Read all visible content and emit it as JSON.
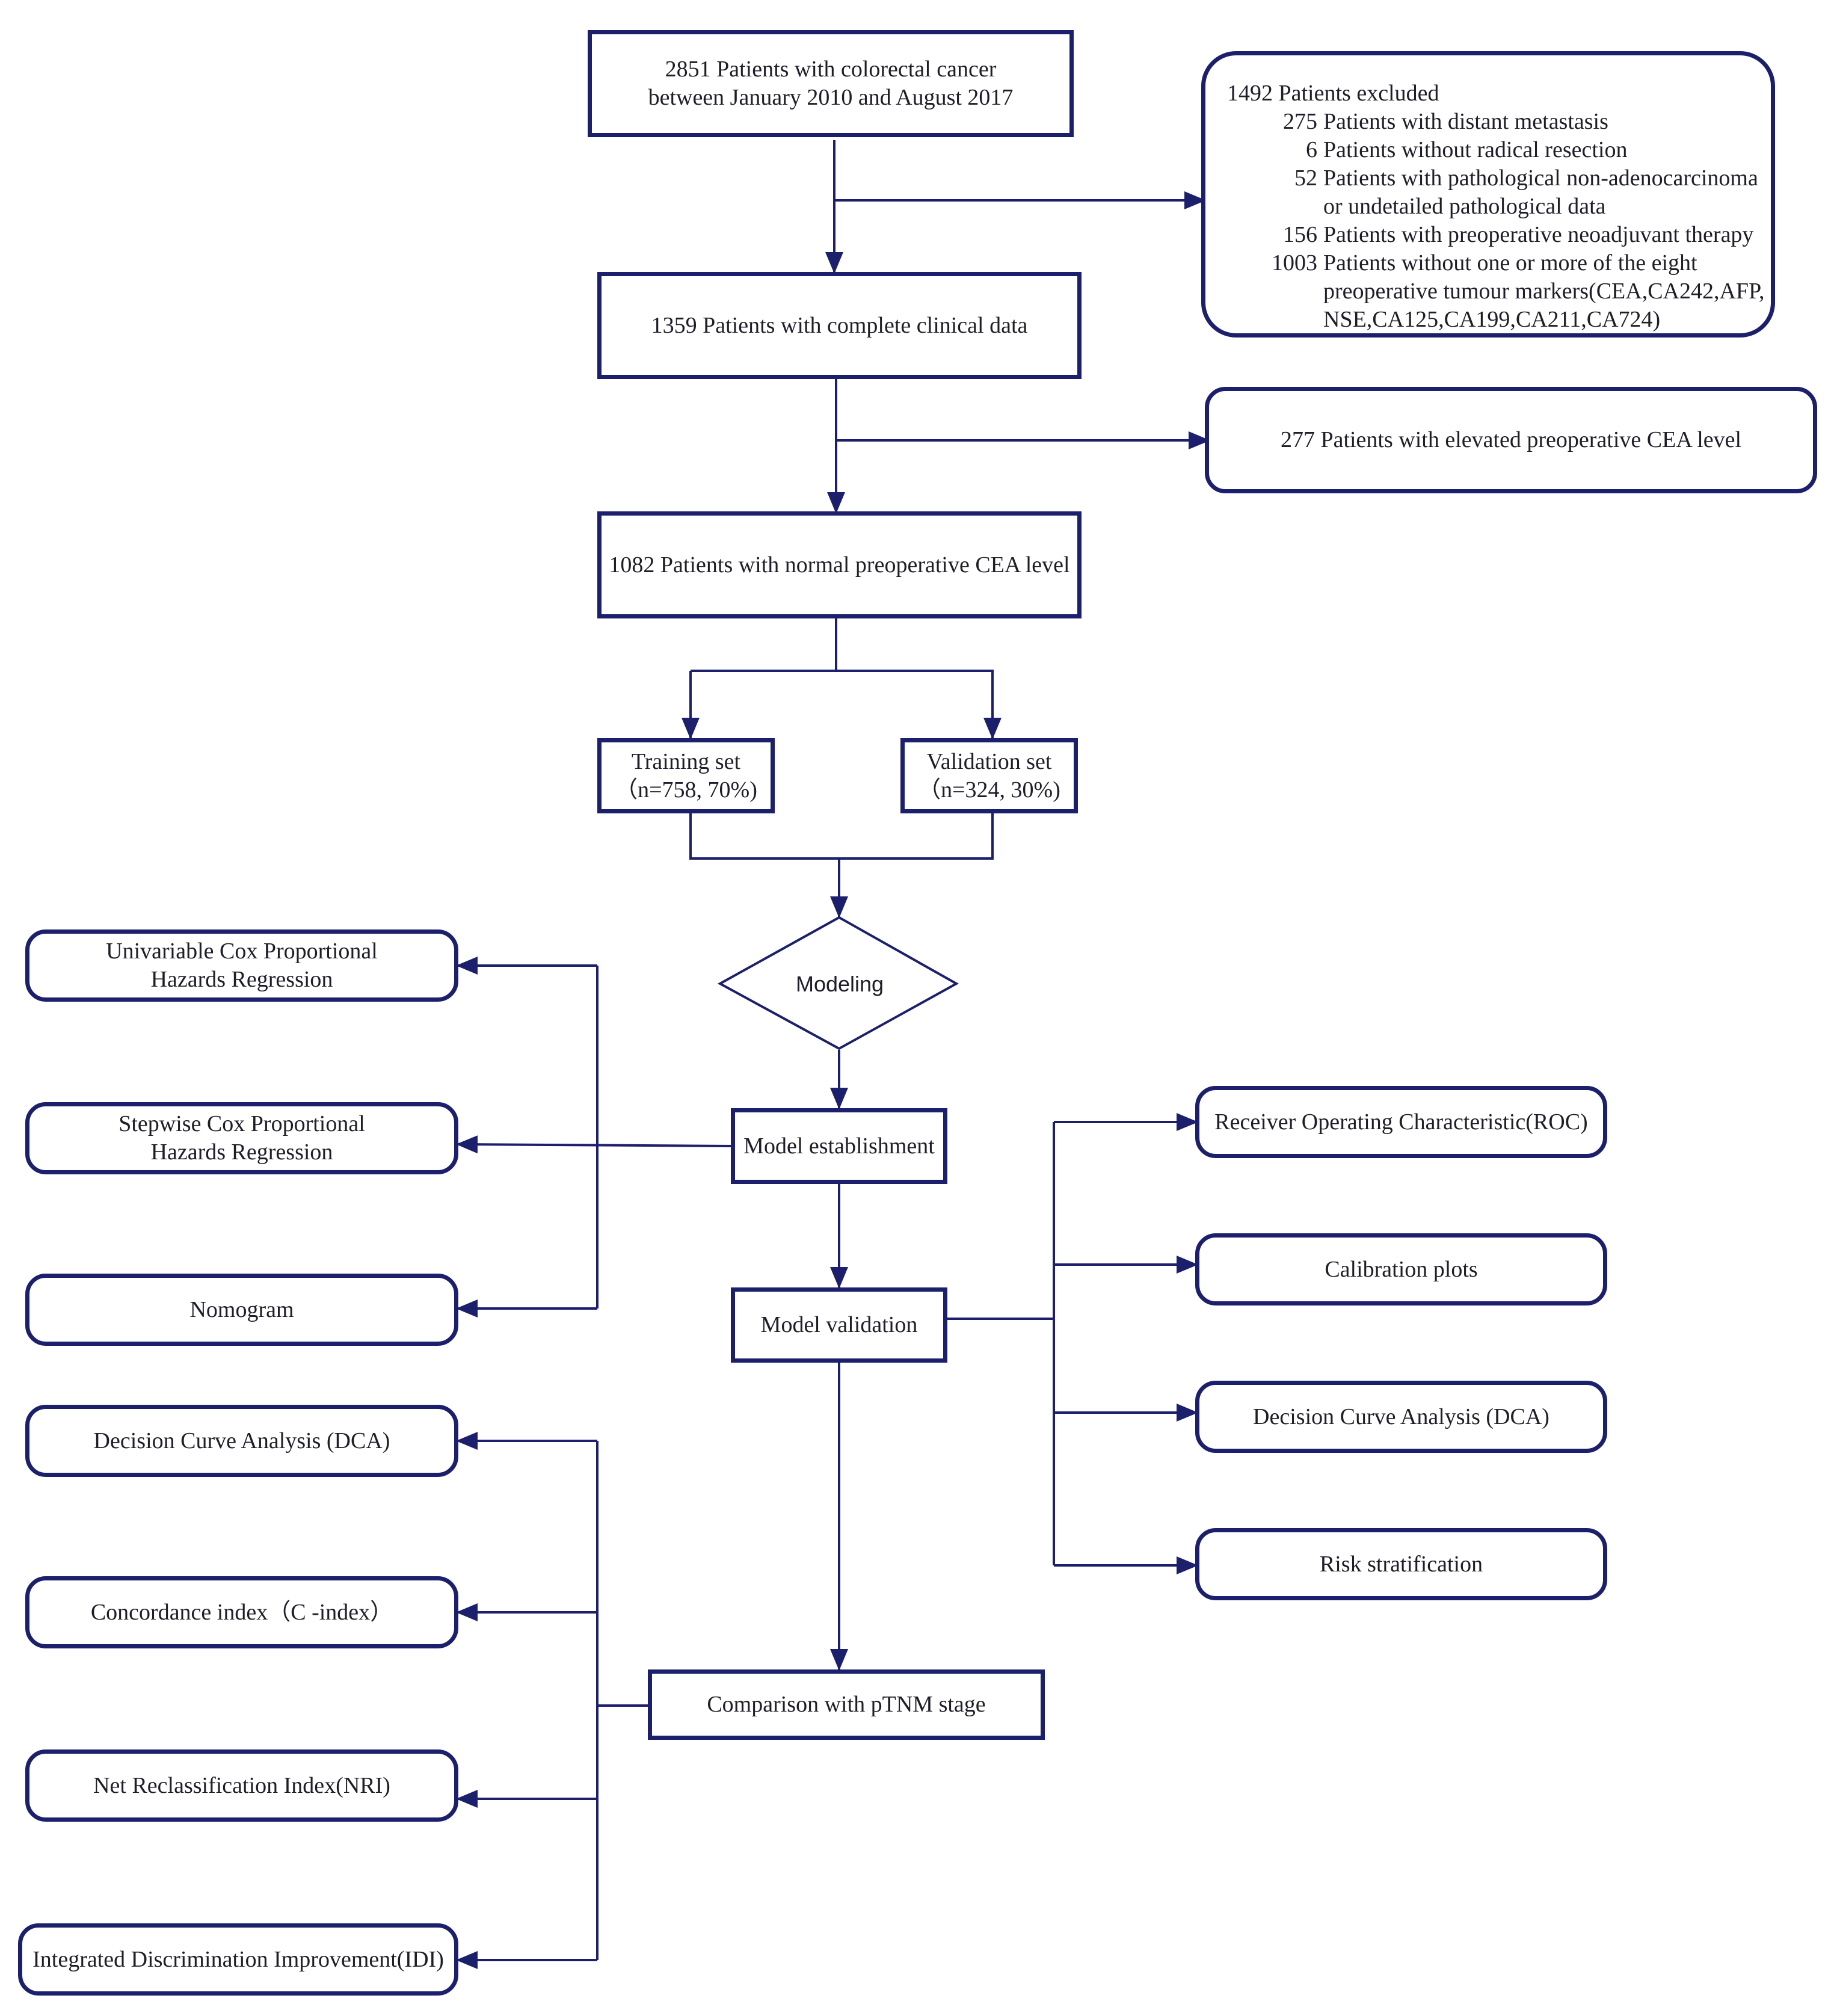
{
  "flowchart": {
    "start": {
      "line1": "2851 Patients with colorectal cancer",
      "line2": "between January 2010 and August 2017"
    },
    "excluded_1": {
      "title": "1492 Patients excluded",
      "items": [
        {
          "count": "275",
          "text": "Patients with distant metastasis"
        },
        {
          "count": "6",
          "text": "Patients without radical resection"
        },
        {
          "count": "52",
          "text": "Patients with pathological non-adenocarcinoma"
        },
        {
          "count": "",
          "text": "or  undetailed pathological data"
        },
        {
          "count": "156",
          "text": "Patients with preoperative neoadjuvant therapy"
        },
        {
          "count": "1003",
          "text": "Patients without one or more of the eight"
        },
        {
          "count": "",
          "text": "preoperative tumour markers(CEA,CA242,AFP,"
        },
        {
          "count": "",
          "text": "NSE,CA125,CA199,CA211,CA724)"
        }
      ]
    },
    "complete_data": "1359 Patients with complete clinical data",
    "excluded_2": "277 Patients with elevated preoperative CEA level",
    "normal_cea": "1082 Patients with normal preoperative CEA level",
    "training_set": {
      "line1": "Training set",
      "line2": "（n=758, 70%)"
    },
    "validation_set": {
      "line1": "Validation set",
      "line2": "（n=324, 30%)"
    },
    "modeling": "Modeling",
    "model_establishment": "Model establishment",
    "model_validation": "Model validation",
    "comparison": "Comparison with pTNM stage",
    "establishment_methods": [
      {
        "line1": "Univariable Cox Proportional",
        "line2": "Hazards Regression"
      },
      {
        "line1": "Stepwise Cox Proportional",
        "line2": "Hazards Regression"
      },
      {
        "line1": "Nomogram",
        "line2": ""
      }
    ],
    "validation_methods": [
      "Receiver Operating Characteristic(ROC)",
      "Calibration plots",
      "Decision Curve Analysis (DCA)",
      "Risk stratification"
    ],
    "comparison_methods": [
      "Decision Curve Analysis (DCA)",
      "Concordance index（C -index）",
      "Net Reclassification Index(NRI)",
      "Integrated Discrimination Improvement(IDI)"
    ],
    "colors": {
      "line": "#1c1f6b",
      "text": "#1e1e28",
      "background": "#ffffff"
    }
  }
}
